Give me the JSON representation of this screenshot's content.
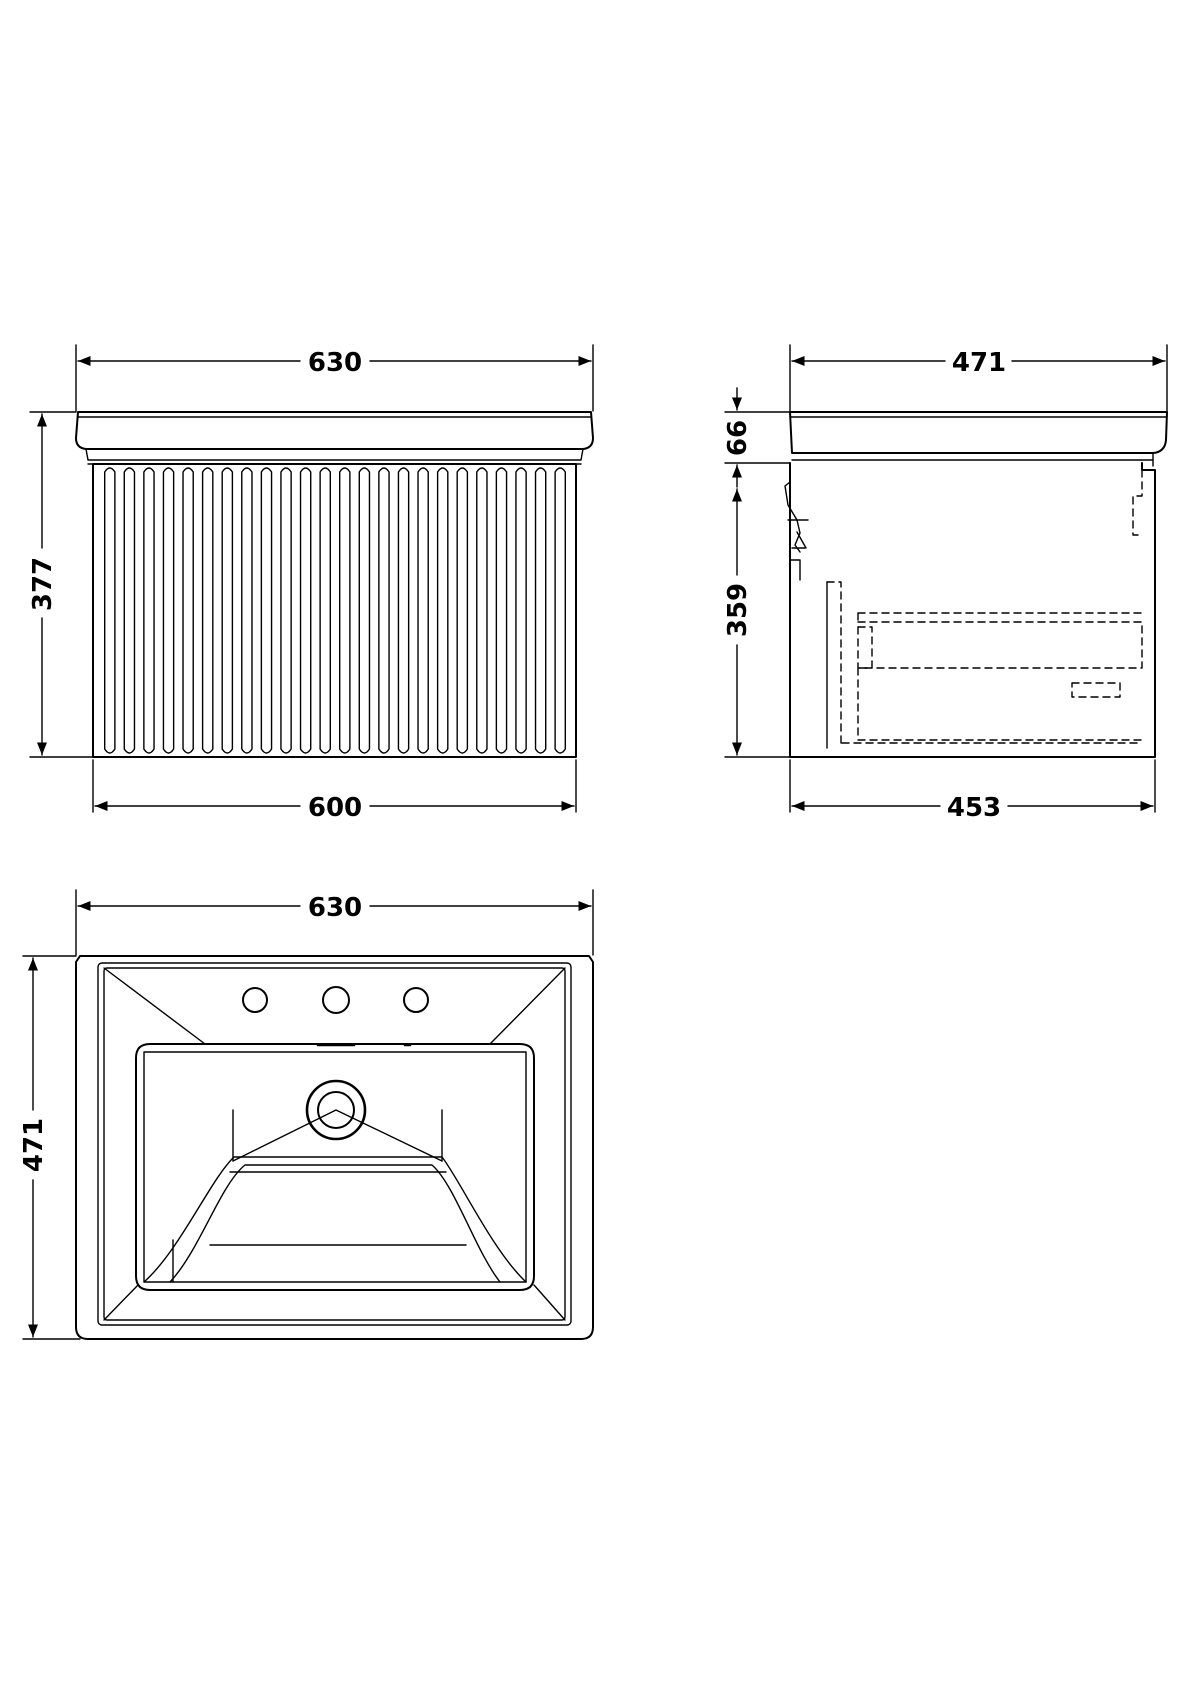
{
  "dimensions": {
    "front_overall_width": "630",
    "front_overall_height": "377",
    "front_cabinet_width": "600",
    "side_overall_depth": "471",
    "side_basin_height": "66",
    "side_cabinet_height": "359",
    "side_cabinet_depth": "453",
    "plan_width": "630",
    "plan_depth": "471"
  },
  "colors": {
    "line": "#000000",
    "background": "#ffffff"
  }
}
